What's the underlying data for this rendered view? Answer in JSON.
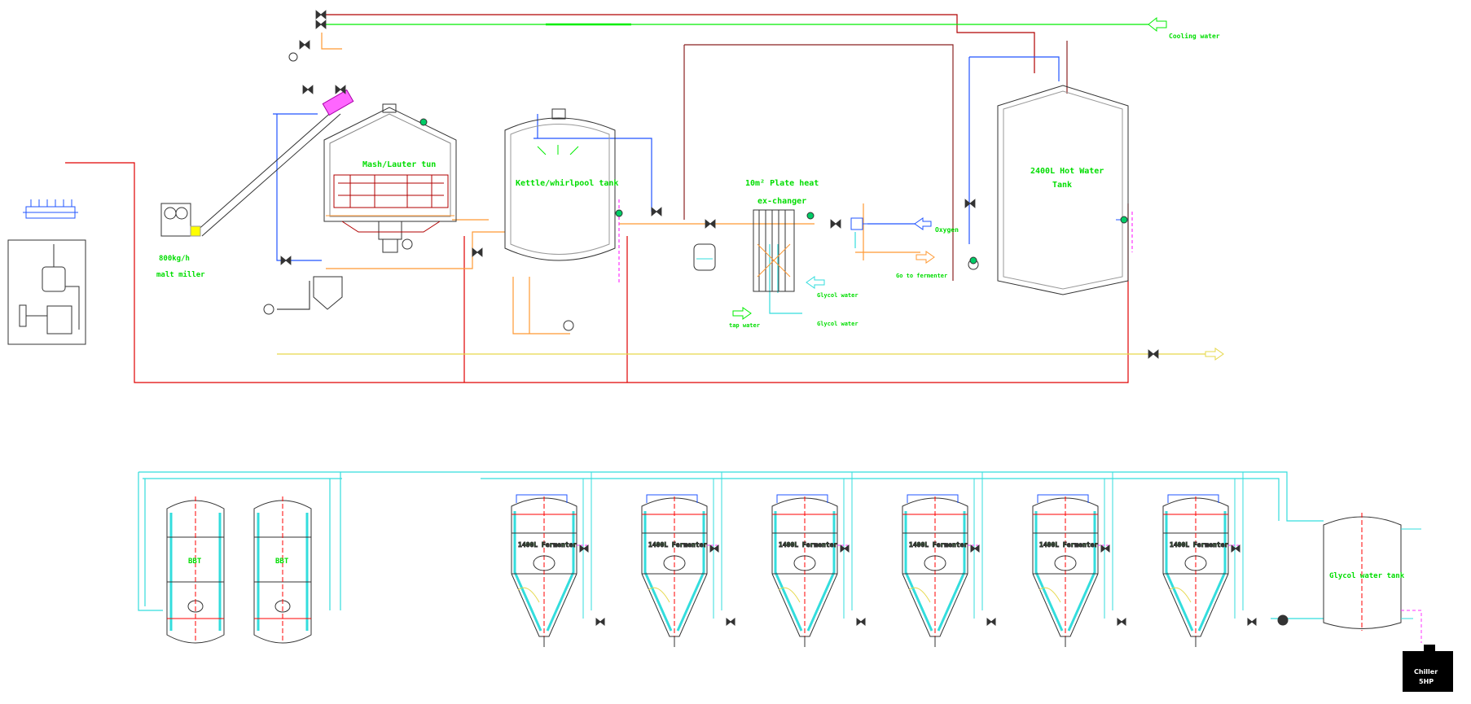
{
  "brewhouse": {
    "mill_capacity": "800kg/h",
    "mill_label": "malt miller",
    "mash_tun_label": "Mash/Lauter tun",
    "kettle_label": "Kettle/whirlpool tank",
    "heat_exchanger_label": "10m² Plate heat",
    "heat_exchanger_label2": "ex-changer",
    "hot_water_tank_label": "2400L Hot Water",
    "hot_water_tank_label2": "Tank",
    "cooling_water_label": "Cooling water",
    "to_fermenter_label": "Go to fermenter",
    "oxygen_label": "Oxygen",
    "tap_water_label": "tap water",
    "glycol_water_label": "Glycol water",
    "glycol_water_label2": "Glycol water"
  },
  "cellar": {
    "bbt_labels": [
      "BBT",
      "BBT"
    ],
    "fermenter_labels": [
      "1400L Fermenter",
      "1400L Fermenter",
      "1400L Fermenter",
      "1400L Fermenter",
      "1400L Fermenter",
      "1400L Fermenter"
    ],
    "glycol_tank_label": "Glycol water tank",
    "chiller_label": "Chiller",
    "chiller_power": "5HP"
  },
  "colors": {
    "water": "#00ee00",
    "hot": "#b00000",
    "wort": "#ff9933",
    "glycol": "#33dddd",
    "steam": "#2255ff",
    "drain": "#e6d84a",
    "tank": "#444444",
    "label": "#00dd00",
    "cip": "#ff33ff"
  }
}
